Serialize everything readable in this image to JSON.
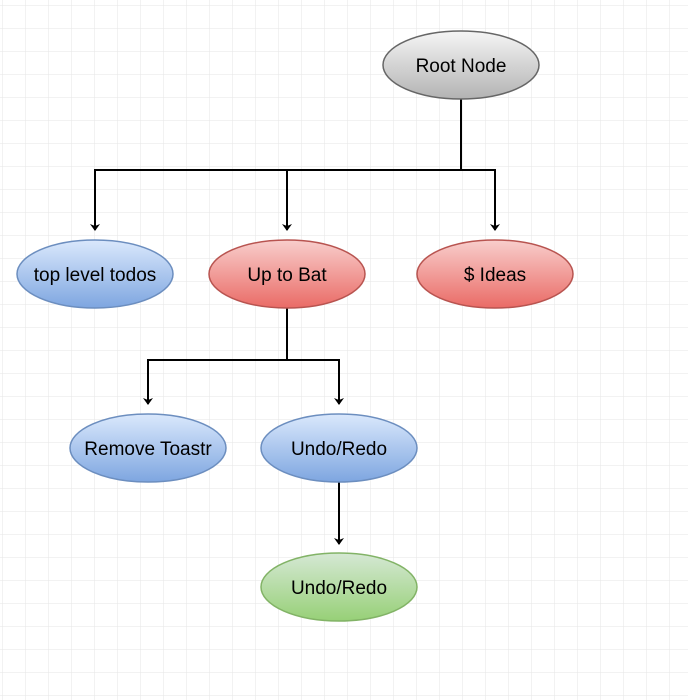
{
  "nodes": {
    "root": {
      "label": "Root Node"
    },
    "todos": {
      "label": "top level todos"
    },
    "bat": {
      "label": "Up to Bat"
    },
    "ideas": {
      "label": "$ Ideas"
    },
    "toastr": {
      "label": "Remove Toastr"
    },
    "undo1": {
      "label": "Undo/Redo"
    },
    "undo2": {
      "label": "Undo/Redo"
    }
  },
  "colors": {
    "gray_top": "#f5f5f5",
    "gray_bottom": "#b3b3b3",
    "gray_stroke": "#666666",
    "blue_top": "#dae8fc",
    "blue_bottom": "#7ea6e0",
    "blue_stroke": "#6c8ebf",
    "red_top": "#f8cecc",
    "red_bottom": "#ea6b66",
    "red_stroke": "#b85450",
    "green_top": "#d5e8d4",
    "green_bottom": "#97d077",
    "green_stroke": "#82b366",
    "edge": "#000000",
    "grid": "#e6e6e6"
  }
}
